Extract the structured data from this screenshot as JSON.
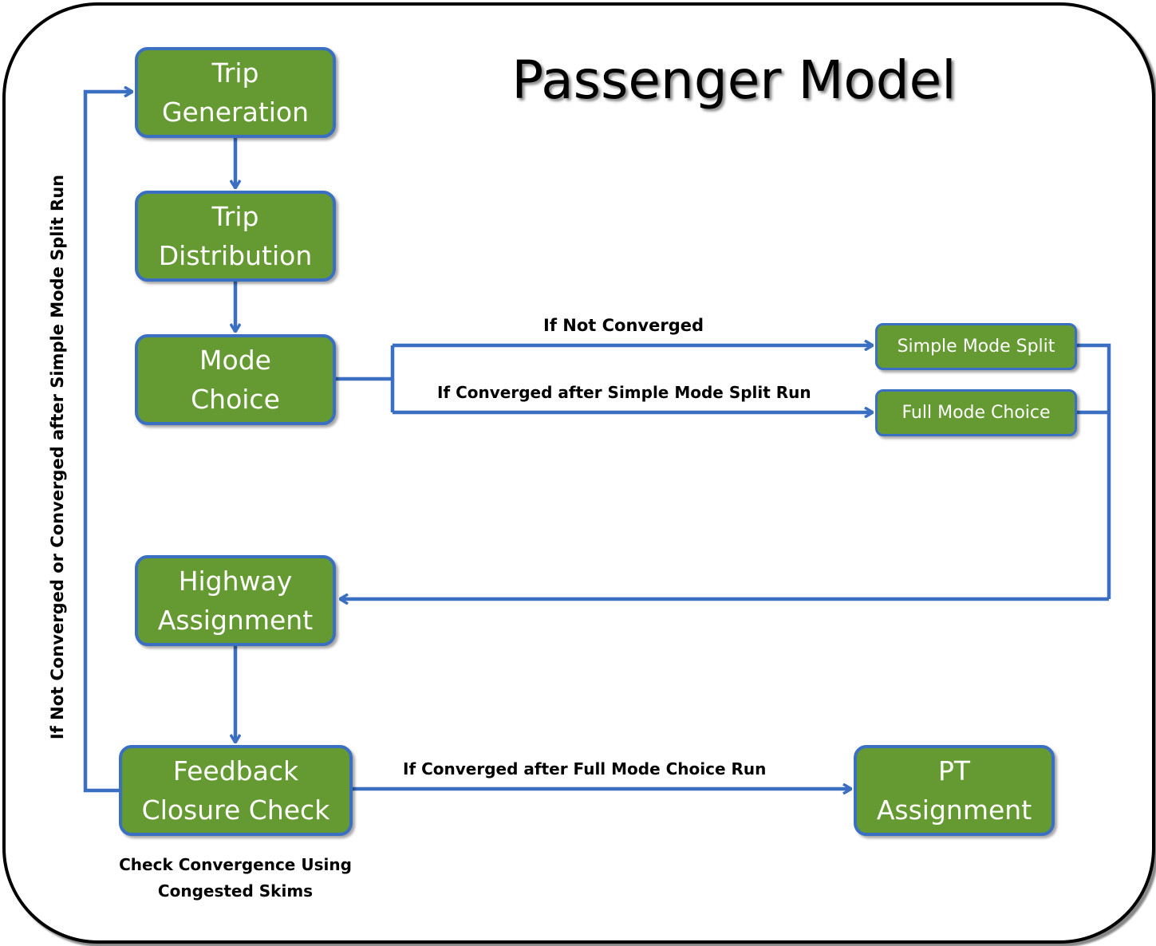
{
  "title": "Passenger Model",
  "colors": {
    "box_fill": "#659a33",
    "box_border": "#3a6fc2",
    "connector": "#3a6fc2",
    "box_text": "#ffffff"
  },
  "nodes": {
    "trip_generation": {
      "line1": "Trip",
      "line2": "Generation"
    },
    "trip_distribution": {
      "line1": "Trip",
      "line2": "Distribution"
    },
    "mode_choice": {
      "line1": "Mode",
      "line2": "Choice"
    },
    "simple_mode_split": {
      "label": "Simple Mode Split"
    },
    "full_mode_choice": {
      "label": "Full Mode Choice"
    },
    "highway_assignment": {
      "line1": "Highway",
      "line2": "Assignment"
    },
    "feedback_closure_check": {
      "line1": "Feedback",
      "line2": "Closure Check"
    },
    "pt_assignment": {
      "line1": "PT",
      "line2": "Assignment"
    }
  },
  "edge_labels": {
    "not_converged": "If Not Converged",
    "converged_after_simple": "If Converged after Simple Mode Split Run",
    "converged_after_full": "If Converged after Full Mode Choice Run",
    "feedback_loop": "If Not Converged or Converged after Simple Mode Split Run"
  },
  "note": {
    "line1": "Check Convergence Using",
    "line2": "Congested Skims"
  }
}
